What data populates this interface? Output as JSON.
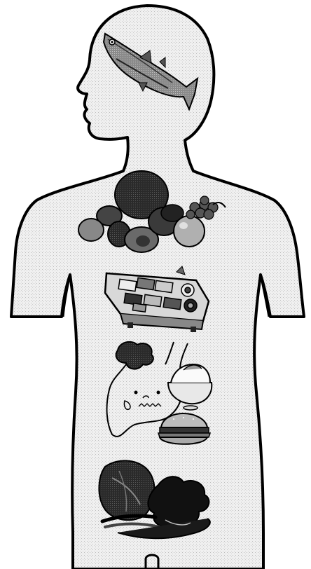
{
  "illustration": {
    "subject": "human-body-silhouette",
    "regions": [
      {
        "id": "head",
        "food": "fish"
      },
      {
        "id": "chest",
        "food": "fruit-pile"
      },
      {
        "id": "upper-abdomen",
        "food": "sushi-platter"
      },
      {
        "id": "stomach",
        "food": "unhappy-stomach-with-rice-bowl-and-burger"
      },
      {
        "id": "lower-abdomen",
        "food": "leafy-vegetables"
      }
    ],
    "colors": {
      "outline": "#000000",
      "skin_fill": "#eeeeee",
      "dark": "#1a1a1a",
      "mid": "#7a7a7a",
      "light": "#c8c8c8"
    }
  }
}
